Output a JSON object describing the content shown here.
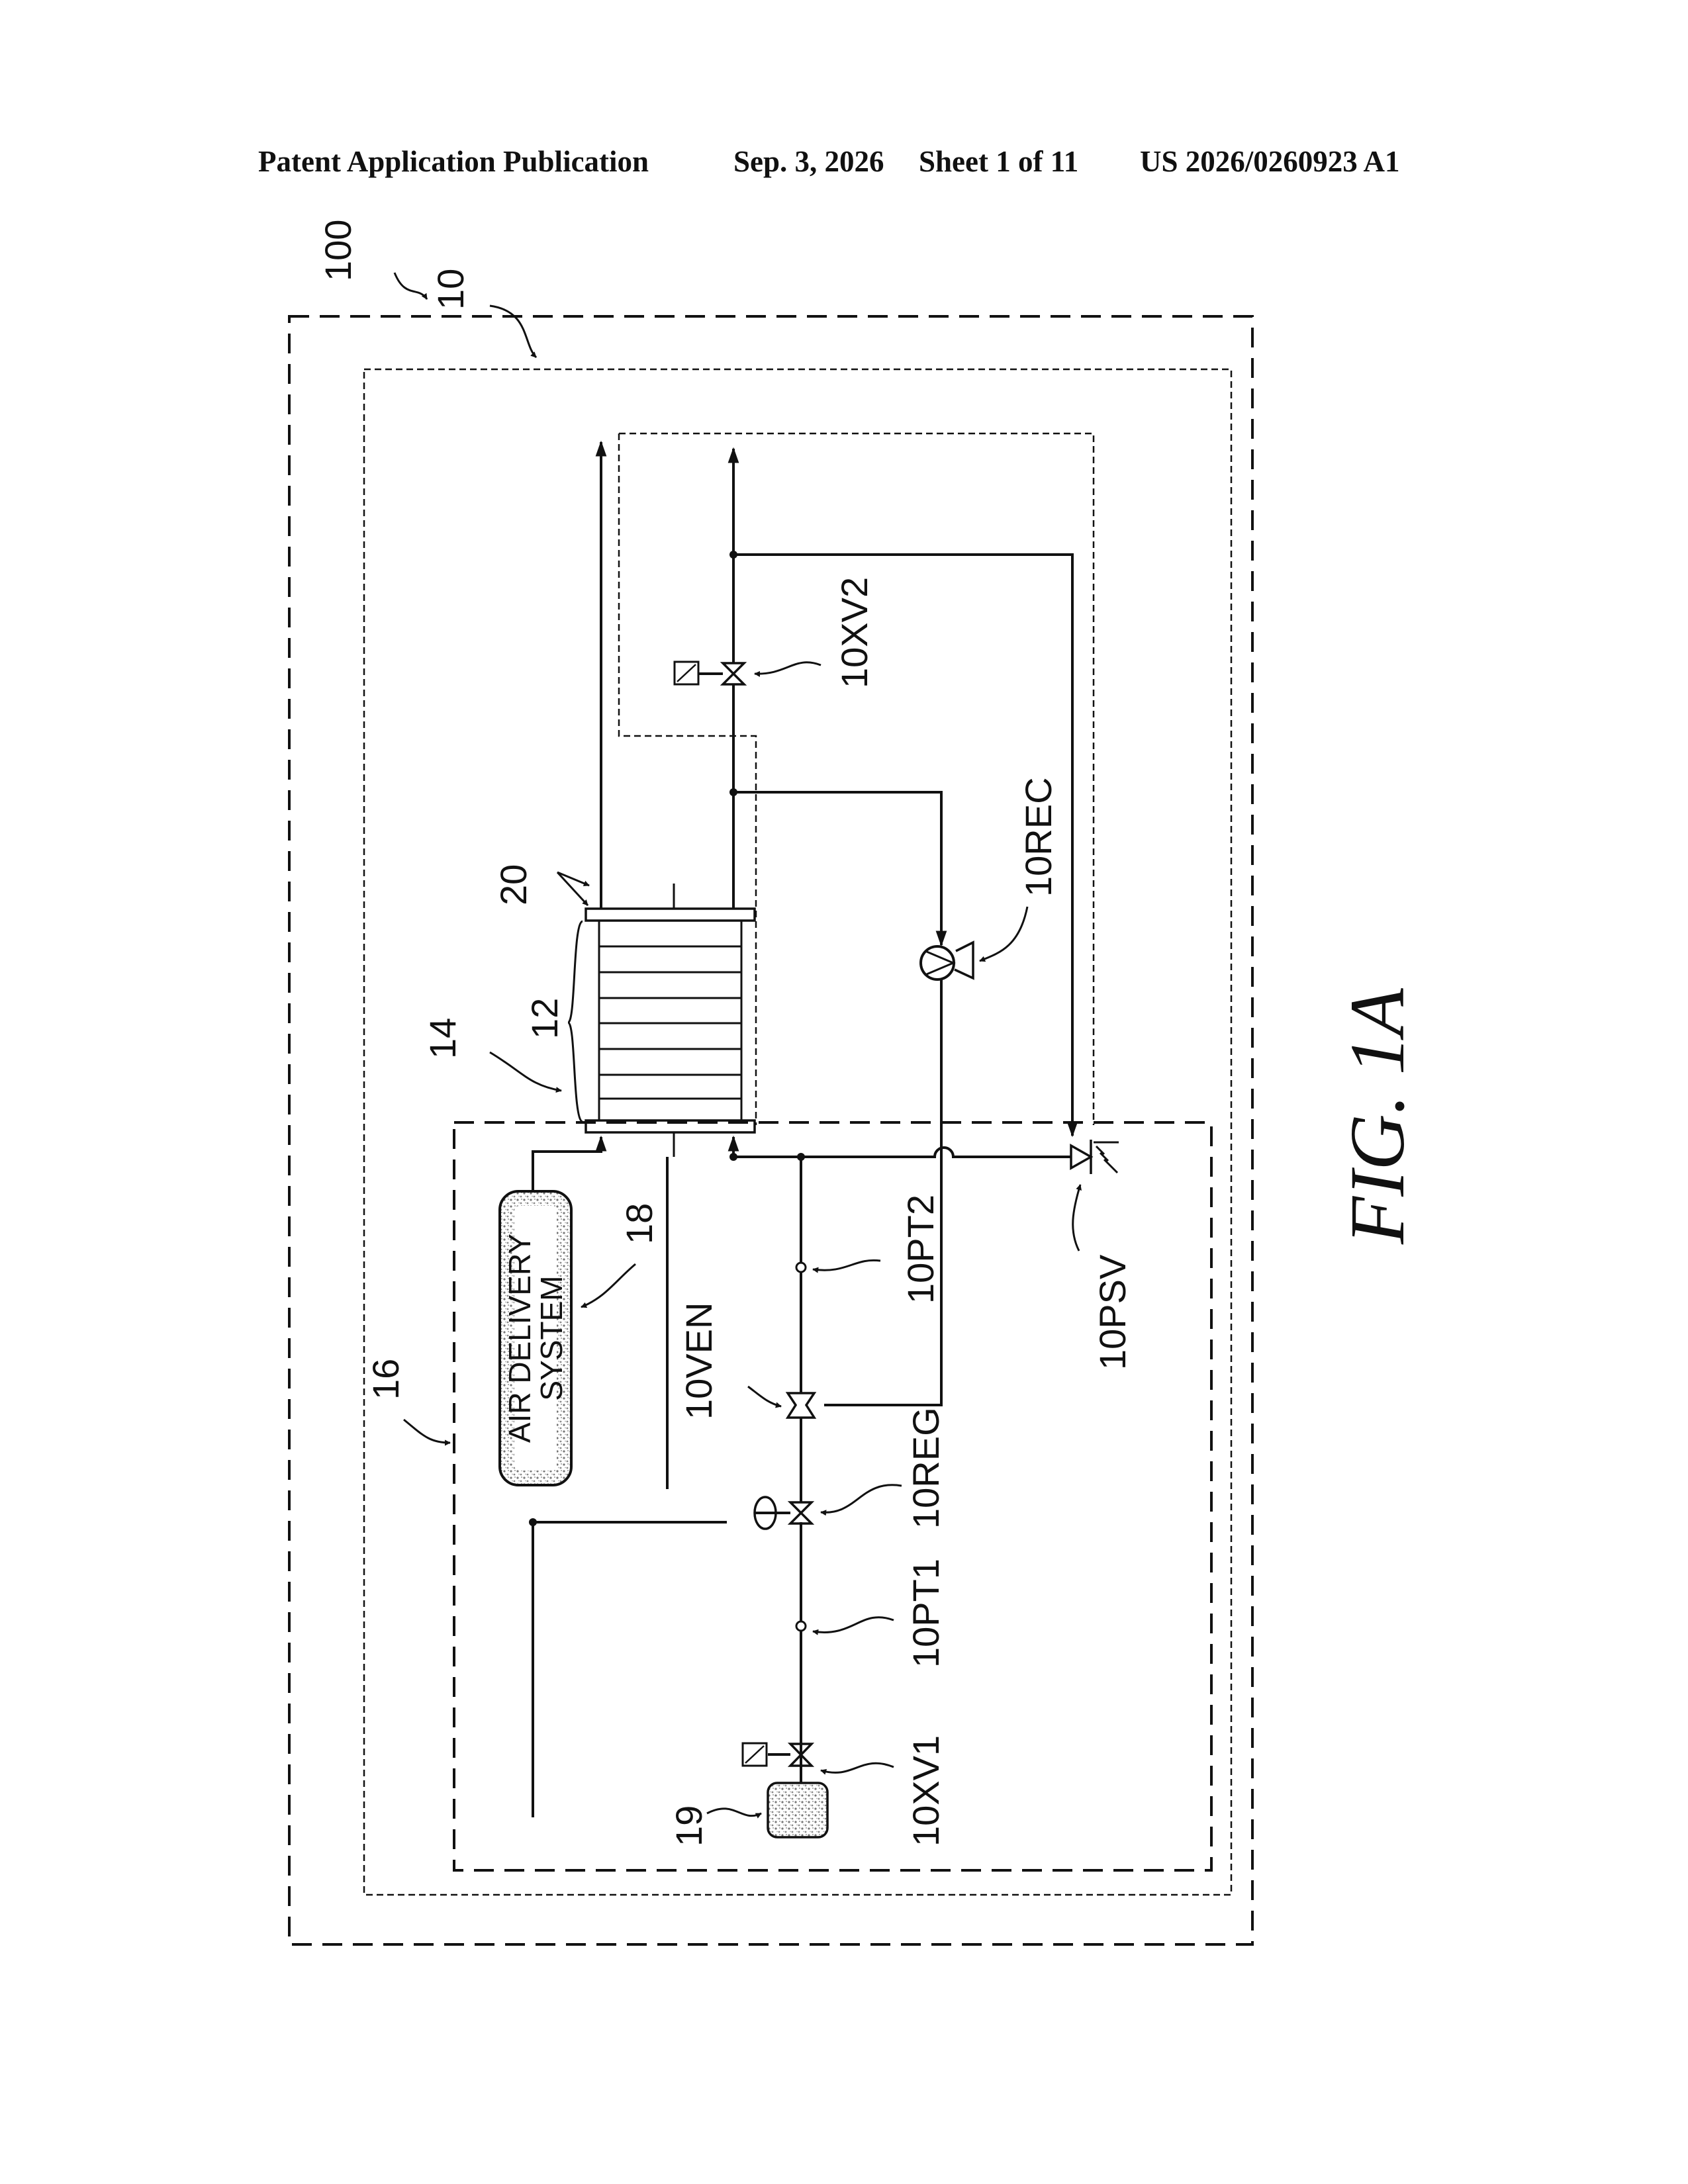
{
  "header": {
    "publication": "Patent Application Publication",
    "date": "Sep. 3, 2026",
    "sheet": "Sheet 1 of 11",
    "number": "US 2026/0260923 A1"
  },
  "figure": {
    "caption": "FIG. 1A",
    "component_box": {
      "line1": "AIR DELIVERY",
      "line2": "SYSTEM"
    },
    "reference_labels": {
      "r100": "100",
      "r10": "10",
      "r20": "20",
      "r12": "12",
      "r14": "14",
      "r16": "16",
      "r18": "18",
      "r19": "19",
      "xv1": "10XV1",
      "xv2": "10XV2",
      "pt1": "10PT1",
      "pt2": "10PT2",
      "reg": "10REG",
      "ven": "10VEN",
      "rec": "10REC",
      "psv": "10PSV"
    }
  }
}
